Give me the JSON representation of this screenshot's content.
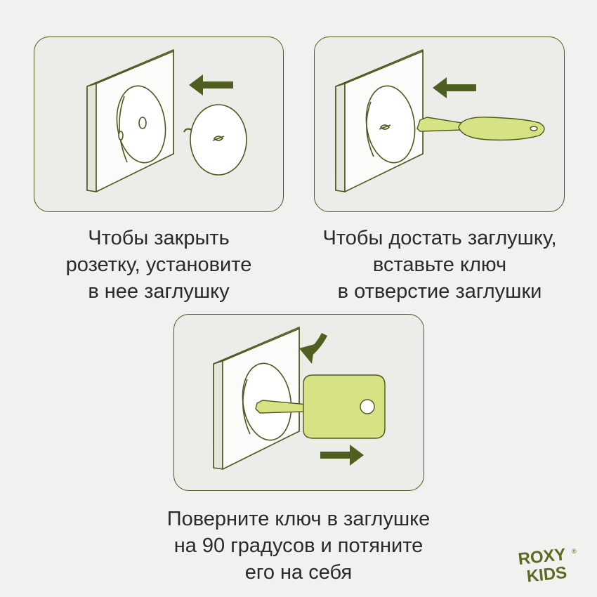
{
  "steps": [
    {
      "lines": [
        "Чтобы закрыть",
        "розетку, установите",
        "в нее заглушку"
      ]
    },
    {
      "lines": [
        "Чтобы достать заглушку,",
        "вставьте ключ",
        "в отверстие заглушки"
      ]
    },
    {
      "lines": [
        "Поверните ключ в заглушке",
        "на 90 градусов и потяните",
        "его на себя"
      ]
    }
  ],
  "brand": {
    "line1": "ROXY",
    "line2": "KIDS",
    "mark": "®"
  },
  "icons": {
    "panel1": [
      "socket-icon",
      "plug-cap-icon",
      "arrow-left-icon"
    ],
    "panel2": [
      "socket-with-cap-icon",
      "key-icon",
      "arrow-left-icon"
    ],
    "panel3": [
      "socket-with-cap-icon",
      "key-icon",
      "rotate-arrow-icon",
      "arrow-right-icon"
    ]
  },
  "colors": {
    "outline": "#4a5a1e",
    "arrow": "#4f5f1f",
    "key": "#d6e284",
    "panel": "#ecede9",
    "background": "#f1f1ef",
    "text": "#2a2a2a",
    "logo": "#5b6b22"
  }
}
